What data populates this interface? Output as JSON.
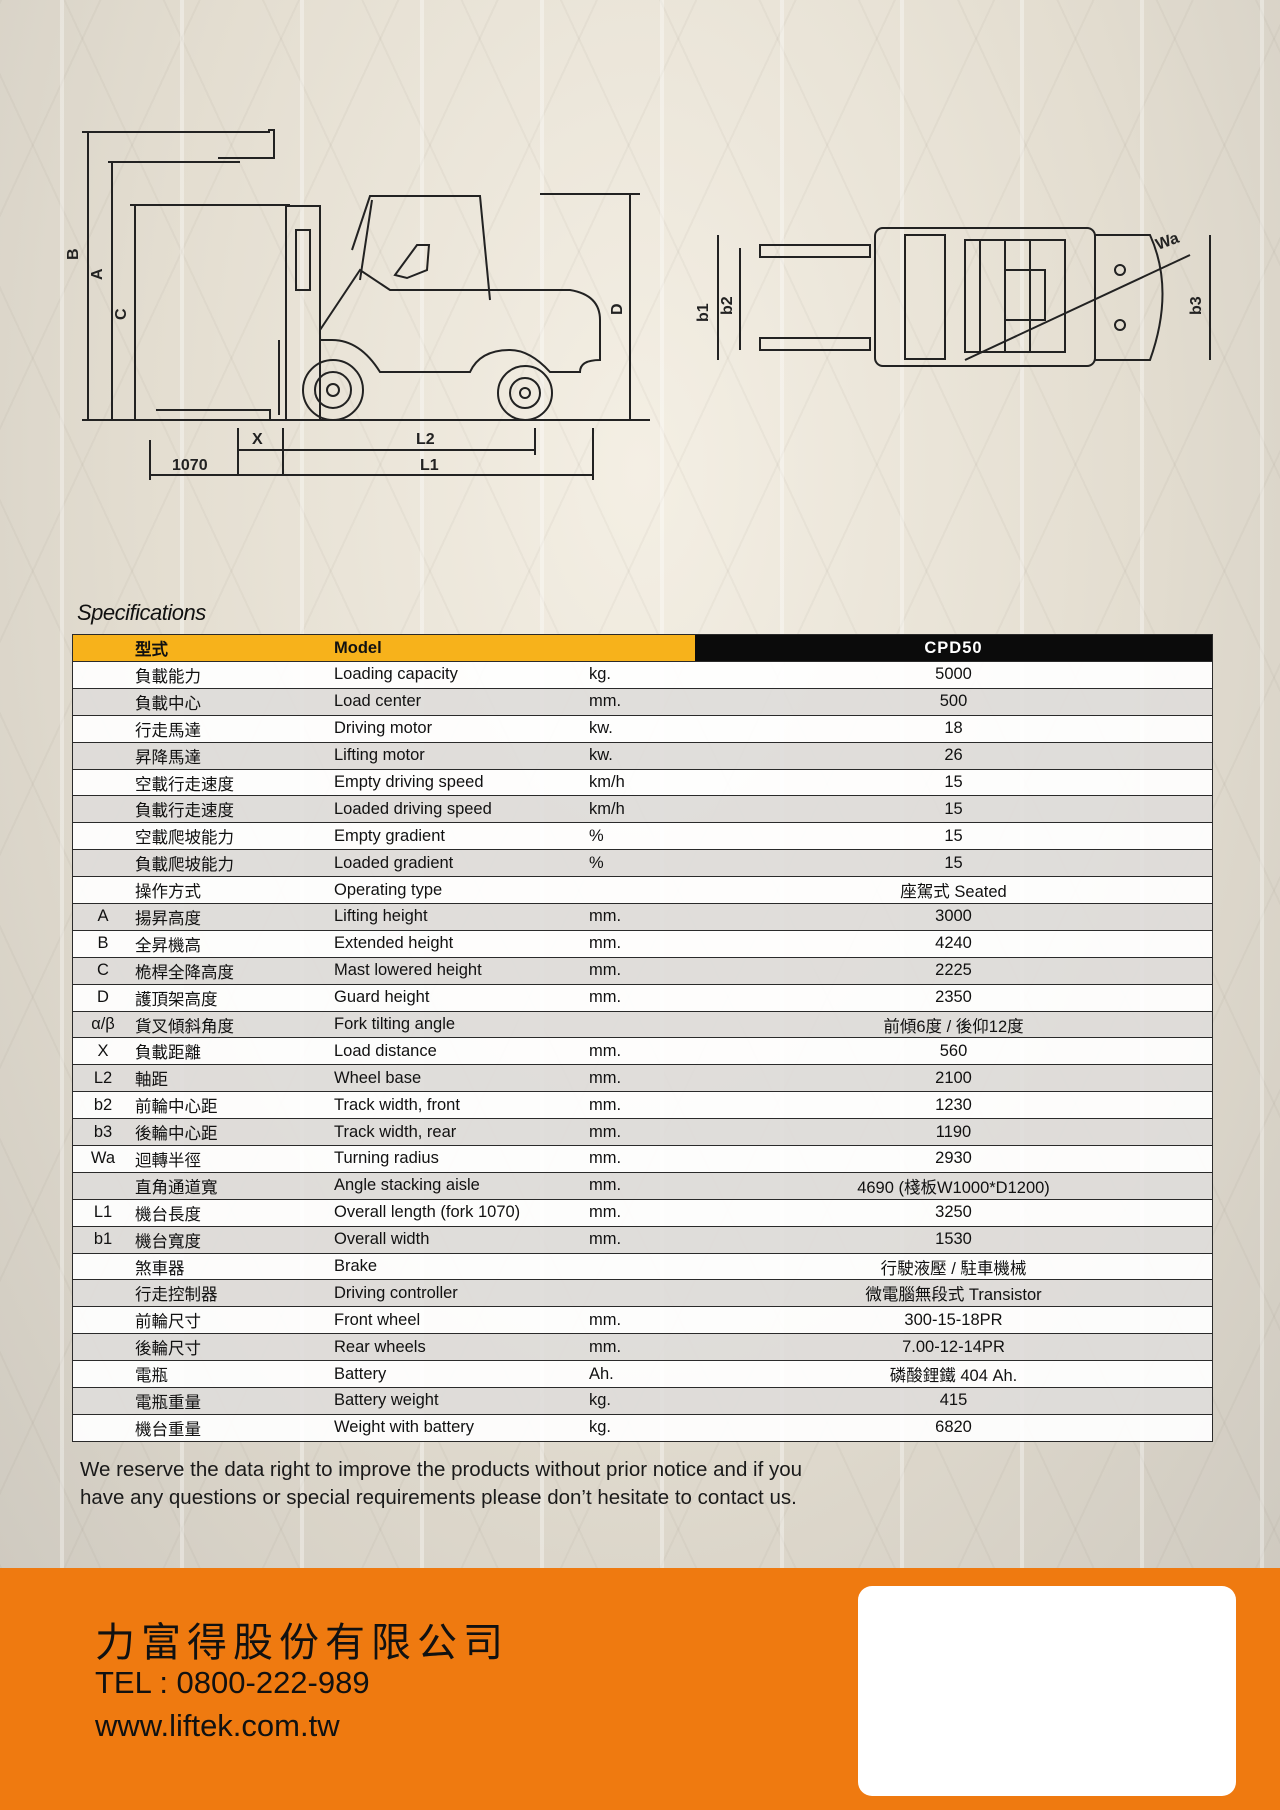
{
  "diagram": {
    "side_labels": {
      "B": "B",
      "A": "A",
      "C": "C",
      "D": "D",
      "X": "X",
      "L2": "L2",
      "L1": "L1",
      "fork": "1070"
    },
    "top_labels": {
      "b1": "b1",
      "b2": "b2",
      "b3": "b3",
      "Wa": "Wa"
    }
  },
  "specs": {
    "title": "Specifications",
    "header": {
      "zh": "型式",
      "en": "Model",
      "value": "CPD50"
    },
    "rows": [
      {
        "code": "",
        "zh": "負載能力",
        "en": "Loading capacity",
        "unit": "kg.",
        "value": "5000"
      },
      {
        "code": "",
        "zh": "負載中心",
        "en": "Load center",
        "unit": "mm.",
        "value": "500"
      },
      {
        "code": "",
        "zh": "行走馬達",
        "en": "Driving motor",
        "unit": "kw.",
        "value": "18"
      },
      {
        "code": "",
        "zh": "昇降馬達",
        "en": "Lifting motor",
        "unit": "kw.",
        "value": "26"
      },
      {
        "code": "",
        "zh": "空載行走速度",
        "en": "Empty driving speed",
        "unit": "km/h",
        "value": "15"
      },
      {
        "code": "",
        "zh": "負載行走速度",
        "en": "Loaded driving speed",
        "unit": "km/h",
        "value": "15"
      },
      {
        "code": "",
        "zh": "空載爬坡能力",
        "en": "Empty gradient",
        "unit": "%",
        "value": "15"
      },
      {
        "code": "",
        "zh": "負載爬坡能力",
        "en": "Loaded gradient",
        "unit": "%",
        "value": "15"
      },
      {
        "code": "",
        "zh": "操作方式",
        "en": "Operating type",
        "unit": "",
        "value": "座駕式 Seated"
      },
      {
        "code": "A",
        "zh": "揚昇高度",
        "en": "Lifting height",
        "unit": "mm.",
        "value": "3000"
      },
      {
        "code": "B",
        "zh": "全昇機高",
        "en": "Extended height",
        "unit": "mm.",
        "value": "4240"
      },
      {
        "code": "C",
        "zh": "桅桿全降高度",
        "en": "Mast lowered height",
        "unit": "mm.",
        "value": "2225"
      },
      {
        "code": "D",
        "zh": "護頂架高度",
        "en": "Guard height",
        "unit": "mm.",
        "value": "2350"
      },
      {
        "code": "α/β",
        "zh": "貨叉傾斜角度",
        "en": "Fork tilting angle",
        "unit": "",
        "value": "前傾6度 / 後仰12度"
      },
      {
        "code": "X",
        "zh": "負載距離",
        "en": "Load distance",
        "unit": "mm.",
        "value": "560"
      },
      {
        "code": "L2",
        "zh": "軸距",
        "en": "Wheel base",
        "unit": "mm.",
        "value": "2100"
      },
      {
        "code": "b2",
        "zh": "前輪中心距",
        "en": "Track width, front",
        "unit": "mm.",
        "value": "1230"
      },
      {
        "code": "b3",
        "zh": "後輪中心距",
        "en": "Track width, rear",
        "unit": "mm.",
        "value": "1190"
      },
      {
        "code": "Wa",
        "zh": "迴轉半徑",
        "en": "Turning radius",
        "unit": "mm.",
        "value": "2930"
      },
      {
        "code": "",
        "zh": "直角通道寬",
        "en": "Angle stacking aisle",
        "unit": "mm.",
        "value": "4690 (棧板W1000*D1200)"
      },
      {
        "code": "L1",
        "zh": "機台長度",
        "en": "Overall length (fork 1070)",
        "unit": "mm.",
        "value": "3250"
      },
      {
        "code": "b1",
        "zh": "機台寬度",
        "en": "Overall width",
        "unit": "mm.",
        "value": "1530"
      },
      {
        "code": "",
        "zh": "煞車器",
        "en": "Brake",
        "unit": "",
        "value": "行駛液壓 / 駐車機械"
      },
      {
        "code": "",
        "zh": "行走控制器",
        "en": "Driving controller",
        "unit": "",
        "value": "微電腦無段式 Transistor"
      },
      {
        "code": "",
        "zh": "前輪尺寸",
        "en": "Front wheel",
        "unit": "mm.",
        "value": "300-15-18PR"
      },
      {
        "code": "",
        "zh": "後輪尺寸",
        "en": "Rear wheels",
        "unit": "mm.",
        "value": "7.00-12-14PR"
      },
      {
        "code": "",
        "zh": "電瓶",
        "en": "Battery",
        "unit": "Ah.",
        "value": "磷酸鋰鐵 404 Ah."
      },
      {
        "code": "",
        "zh": "電瓶重量",
        "en": "Battery weight",
        "unit": "kg.",
        "value": "415"
      },
      {
        "code": "",
        "zh": "機台重量",
        "en": "Weight with battery",
        "unit": "kg.",
        "value": "6820"
      }
    ]
  },
  "note": {
    "line1": "We reserve the data right to improve the products without prior notice and if you",
    "line2": "have any questions or special requirements please don’t hesitate to contact us."
  },
  "footer": {
    "company": "力富得股份有限公司",
    "tel": "TEL : 0800-222-989",
    "website": "www.liftek.com.tw"
  },
  "colors": {
    "accent": "#ef7a10",
    "header_yellow": "#f7b21b",
    "header_black": "#0b0b0b"
  }
}
